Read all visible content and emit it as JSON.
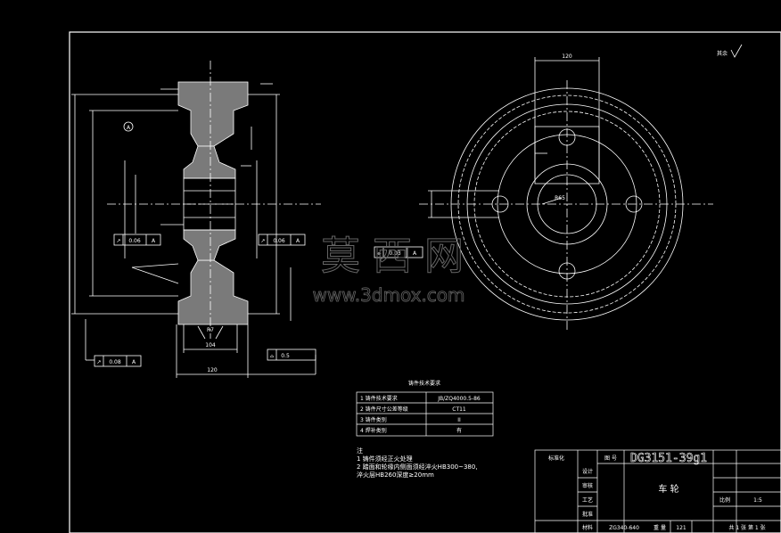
{
  "roughness_note": "其余",
  "watermark": {
    "brand": "莫 西 网",
    "url": "www.3dmox.com"
  },
  "drawing_number": "DG3151-39g1",
  "part_name": "车 轮",
  "material": "ZG340-640",
  "notes": {
    "title": "注",
    "items": [
      "1  铸件须经正火处理",
      "2  踏面和轮缘内侧面须经淬火HB300~380,",
      "    淬火层HB260深度≥20mm"
    ]
  },
  "tech_table": {
    "title": "铸件技术要求",
    "rows": [
      {
        "label": "1 铸件技术要求",
        "value": "JB/ZQ4000.5-86"
      },
      {
        "label": "2 铸件尺寸公差等级",
        "value": "CT11"
      },
      {
        "label": "3 铸件类别",
        "value": "II"
      },
      {
        "label": "4 焊补类别",
        "value": "有"
      }
    ]
  },
  "title_block": {
    "label_drawing_no": "图 号",
    "labels_left": [
      "设计",
      "审核",
      "工艺",
      "批准",
      "标准化"
    ],
    "label_material": "材料",
    "label_weight": "重 量",
    "weight": "121",
    "label_scale": "比例",
    "scale": "1:5",
    "label_sheet": "共 1 张 第 1 张"
  },
  "gdt": [
    {
      "symbol": "↗",
      "value": "0.06",
      "datum": "A"
    },
    {
      "symbol": "↗",
      "value": "0.06",
      "datum": "A"
    },
    {
      "symbol": "↗",
      "value": "0.08",
      "datum": "A"
    },
    {
      "symbol": "⌯",
      "value": "0.03",
      "datum": "A"
    },
    {
      "symbol": "⌓",
      "value": "0.5",
      "datum": ""
    }
  ],
  "datum_label": "A",
  "dims": {
    "top_width": "120",
    "bore_radius": "R65",
    "bottom_width_1": "104",
    "bottom_width_2": "120",
    "hub_radius": "R7"
  }
}
